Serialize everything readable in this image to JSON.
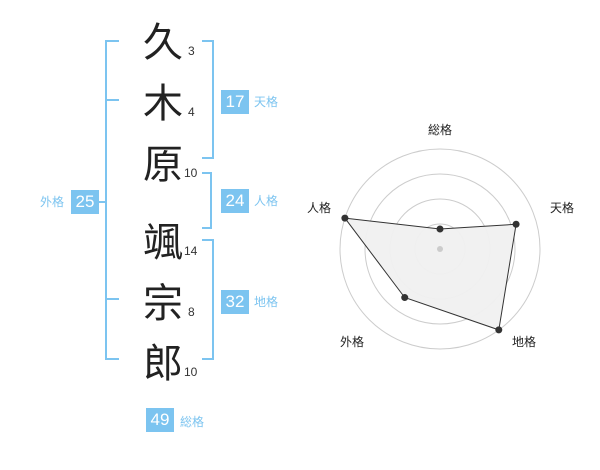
{
  "name_chars": [
    {
      "char": "久",
      "strokes": "3"
    },
    {
      "char": "木",
      "strokes": "4"
    },
    {
      "char": "原",
      "strokes": "10"
    },
    {
      "char": "颯",
      "strokes": "14"
    },
    {
      "char": "宗",
      "strokes": "8"
    },
    {
      "char": "郎",
      "strokes": "10"
    }
  ],
  "fortunes": {
    "tenkaku": {
      "value": "17",
      "label": "天格"
    },
    "jinkaku": {
      "value": "24",
      "label": "人格"
    },
    "chikaku": {
      "value": "32",
      "label": "地格"
    },
    "gaikaku": {
      "value": "25",
      "label": "外格"
    },
    "soukaku": {
      "value": "49",
      "label": "総格"
    }
  },
  "colors": {
    "accent": "#7cc4f0",
    "text": "#222222",
    "grid": "#cccccc",
    "fill": "#f0f0f0"
  },
  "chart_data": {
    "type": "radar",
    "axes": [
      "総格",
      "天格",
      "地格",
      "外格",
      "人格"
    ],
    "values": [
      0.2,
      0.8,
      1.0,
      0.6,
      1.0
    ],
    "max": 1.0,
    "rings": 4
  }
}
